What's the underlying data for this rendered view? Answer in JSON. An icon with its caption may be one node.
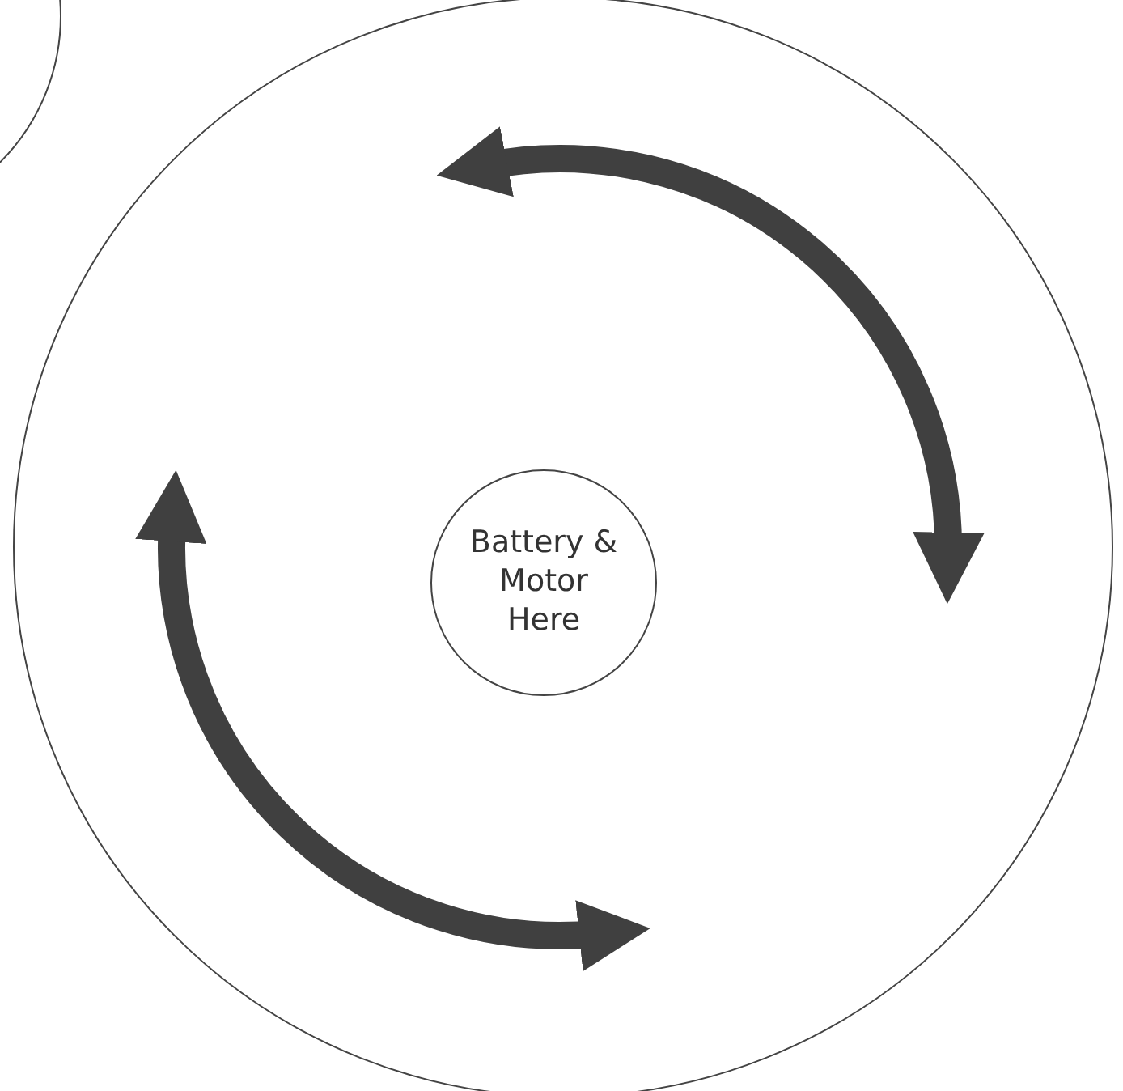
{
  "diagram": {
    "nodes": [
      {
        "text": [],
        "shape": "circle"
      },
      {
        "text": [],
        "shape": "circle"
      },
      {
        "text": [
          "Battery & Motor Here"
        ],
        "in": 1
      }
    ]
  }
}
